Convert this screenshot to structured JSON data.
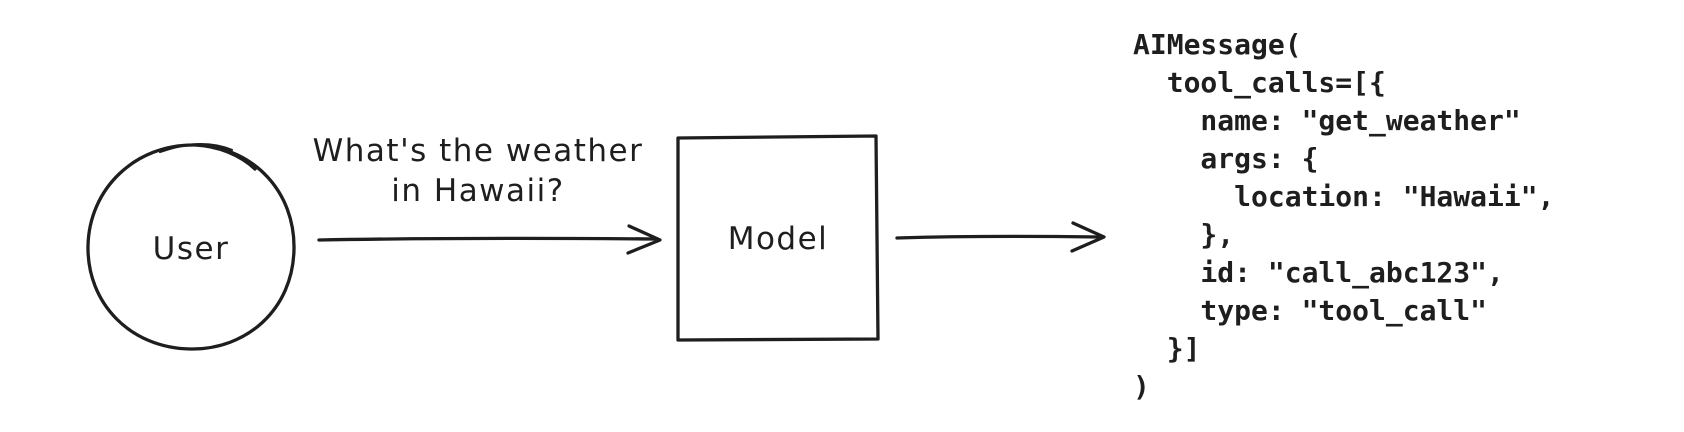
{
  "colors": {
    "ink": "#1e1e1e",
    "background": "#ffffff"
  },
  "diagram": {
    "nodes": {
      "user": {
        "label": "User",
        "shape": "circle"
      },
      "model": {
        "label": "Model",
        "shape": "rectangle"
      }
    },
    "edges": {
      "user_to_model": {
        "label_line1": "What's the weather",
        "label_line2": "in Hawaii?"
      },
      "model_to_output": {
        "label": ""
      }
    }
  },
  "output": {
    "code_lines": [
      "AIMessage(",
      "  tool_calls=[{",
      "    name: \"get_weather\"",
      "    args: {",
      "      location: \"Hawaii\",",
      "    },",
      "    id: \"call_abc123\",",
      "    type: \"tool_call\"",
      "  }]",
      ")"
    ],
    "tool_call": {
      "name": "get_weather",
      "args": {
        "location": "Hawaii"
      },
      "id": "call_abc123",
      "type": "tool_call"
    }
  }
}
